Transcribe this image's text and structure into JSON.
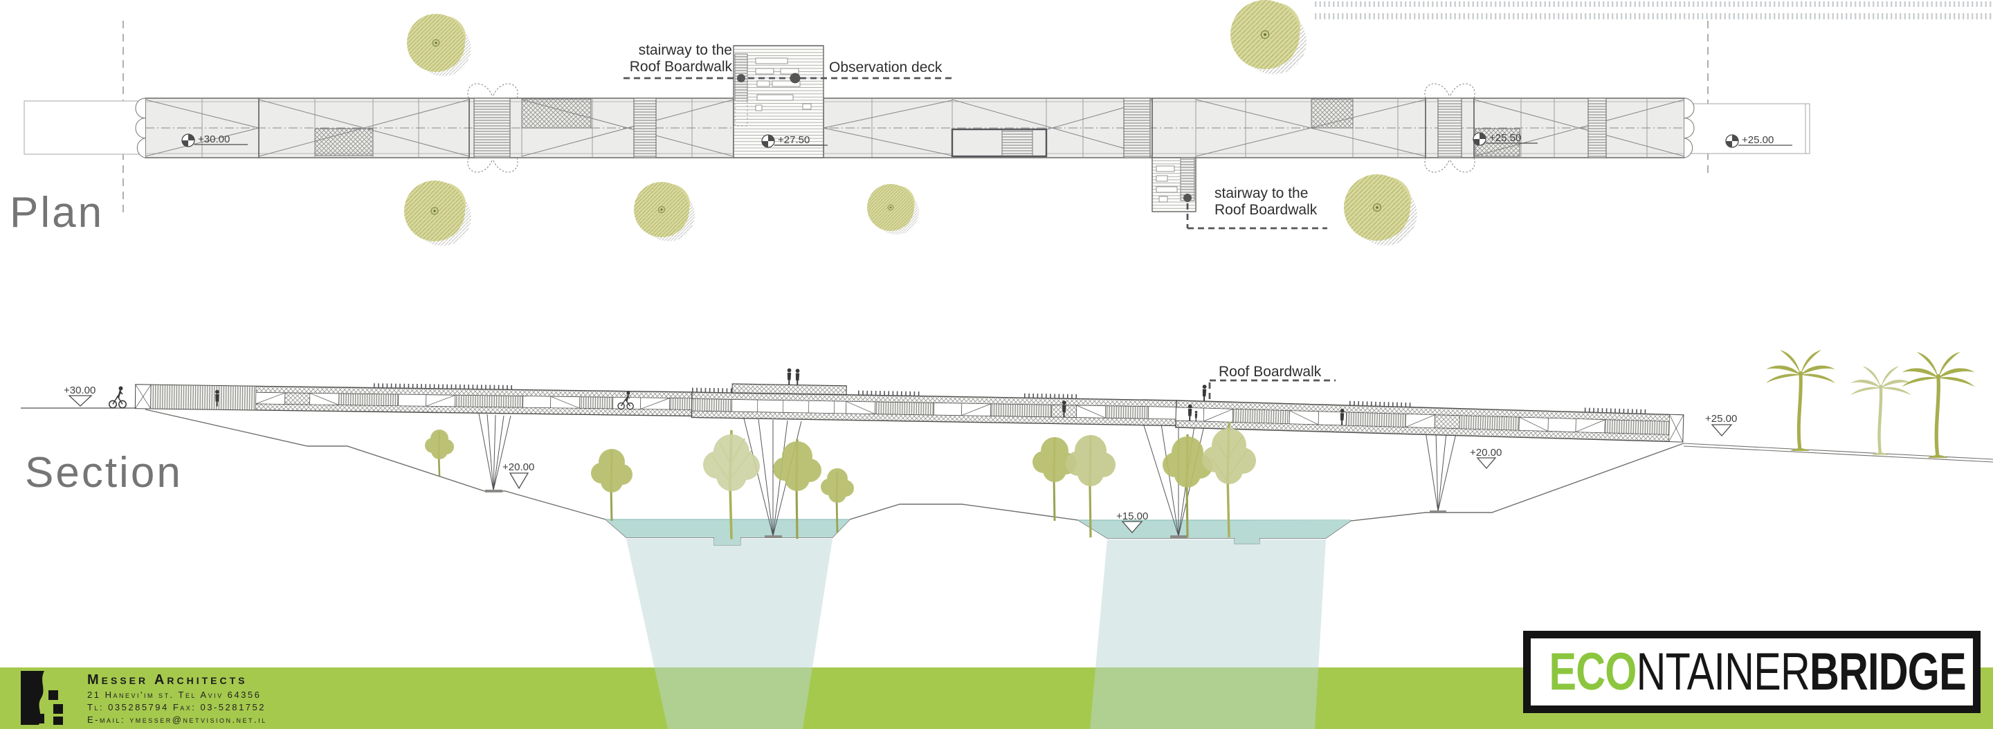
{
  "plan": {
    "title": "Plan",
    "labels": {
      "stairway_top": [
        "stairway to the",
        "Roof Boardwalk"
      ],
      "observation_deck": "Observation deck",
      "stairway_bottom": [
        "stairway to the",
        "Roof Boardwalk"
      ]
    },
    "elevations": {
      "e30": "+30.00",
      "e27_5": "+27.50",
      "e25_5": "+25.50",
      "e25": "+25.00"
    }
  },
  "section": {
    "title": "Section",
    "labels": {
      "roof_boardwalk": "Roof Boardwalk"
    },
    "elevations": {
      "s30": "+30.00",
      "s20_left": "+20.00",
      "s15": "+15.00",
      "s20_right": "+20.00",
      "s25": "+25.00"
    }
  },
  "footer": {
    "firm": "Messer Architects",
    "address": "21 Hanevi'im st. Tel Aviv  64356",
    "phones": "Tl: 035285794    Fax: 03-5281752",
    "email": "E-mail: ymesser@netvision.net.il",
    "bar_color": "#a5c94d"
  },
  "logo": {
    "eco": "ECO",
    "ntainer": "NTAINER",
    "bridge": "BRIDGE",
    "eco_color": "#8cc63f"
  }
}
